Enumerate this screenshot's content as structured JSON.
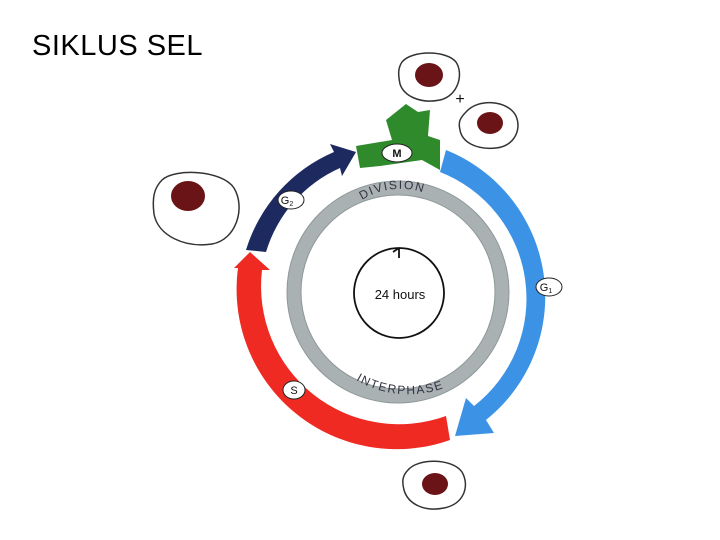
{
  "slide": {
    "title": "SIKLUS SEL"
  },
  "diagram": {
    "phases": [
      {
        "id": "m",
        "label": "M",
        "color": "#2f8a2c"
      },
      {
        "id": "g1",
        "label": "G1",
        "label_main": "G",
        "label_sub": "1",
        "color": "#3c93e6"
      },
      {
        "id": "s",
        "label": "S",
        "color": "#ee2a22"
      },
      {
        "id": "g2",
        "label": "G2",
        "label_main": "G",
        "label_sub": "2",
        "color": "#1c2a60"
      }
    ],
    "inner_ring": {
      "top_label": "DIVISION",
      "bottom_label": "INTERPHASE",
      "color": "#a9b1b2"
    },
    "center_clock": {
      "label": "24 hours"
    },
    "plus_sign": "+",
    "cell_colors": {
      "nucleus": "#6b1418",
      "membrane": "#333333"
    }
  }
}
